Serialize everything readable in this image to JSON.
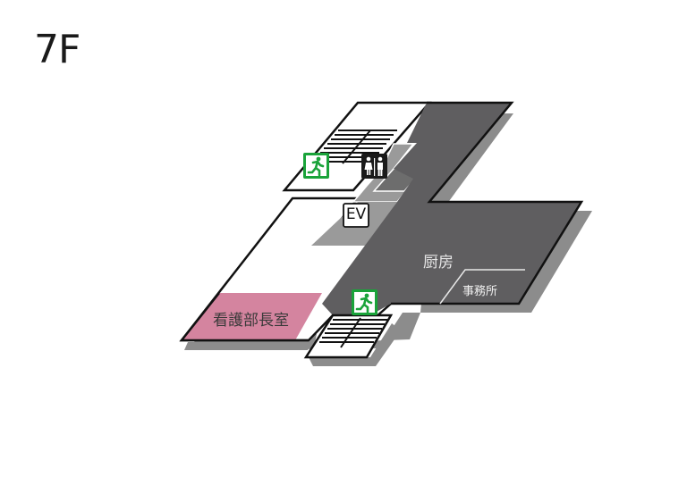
{
  "floor": {
    "label": "7F"
  },
  "rooms": {
    "kitchen": {
      "label": "厨房",
      "color": "#5f5e60"
    },
    "office": {
      "label": "事務所"
    },
    "nursing_director": {
      "label": "看護部長室",
      "color": "#d4849f"
    },
    "elevator": {
      "label": "EV"
    }
  },
  "icons": {
    "emergency_exit_top": "emergency-exit-icon",
    "emergency_exit_bottom": "emergency-exit-icon",
    "restroom": "restroom-icon"
  },
  "colors": {
    "shadow": "#8c8c8c",
    "dark_area": "#5f5e60",
    "mid_gray": "#9a9a9a",
    "outline": "#111111",
    "exit_green": "#1aa33a",
    "pink": "#d4849f"
  }
}
